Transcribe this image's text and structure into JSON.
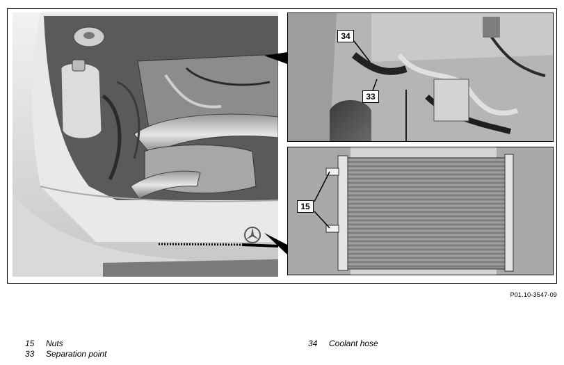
{
  "figure_ref": "P01.10-3547-09",
  "callouts": {
    "top_a": "34",
    "top_b": "33",
    "bottom_a": "15"
  },
  "legend": {
    "left": [
      {
        "num": "15",
        "label": "Nuts"
      },
      {
        "num": "33",
        "label": "Separation point"
      }
    ],
    "right": [
      {
        "num": "34",
        "label": "Coolant hose"
      }
    ]
  },
  "icons": {
    "star": "mercedes-star-icon"
  }
}
